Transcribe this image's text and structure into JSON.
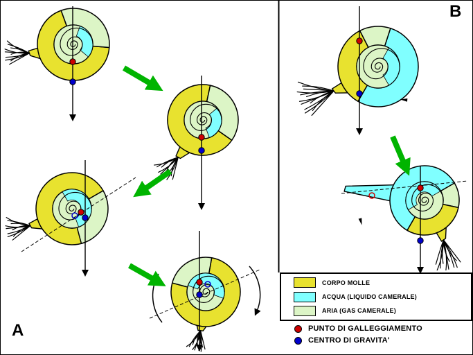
{
  "panels": {
    "a_label": "A",
    "b_label": "B"
  },
  "legend": {
    "swatches": [
      {
        "label": "CORPO MOLLE",
        "color": "#E8E22F"
      },
      {
        "label": "ACQUA (LIQUIDO CAMERALE)",
        "color": "#80FFFF"
      },
      {
        "label": "ARIA (GAS CAMERALE)",
        "color": "#DCF5C6"
      }
    ],
    "points": [
      {
        "label": "PUNTO DI GALLEGGIAMENTO",
        "color": "#CC0000"
      },
      {
        "label": "CENTRO DI GRAVITA'",
        "color": "#0000CC"
      }
    ]
  },
  "colors": {
    "soft_body": "#E8E22F",
    "water": "#80FFFF",
    "gas": "#DCF5C6",
    "arrow": "#00B400",
    "buoyancy_point": "#CC0000",
    "gravity_center": "#0000CC",
    "outline": "#000000"
  }
}
